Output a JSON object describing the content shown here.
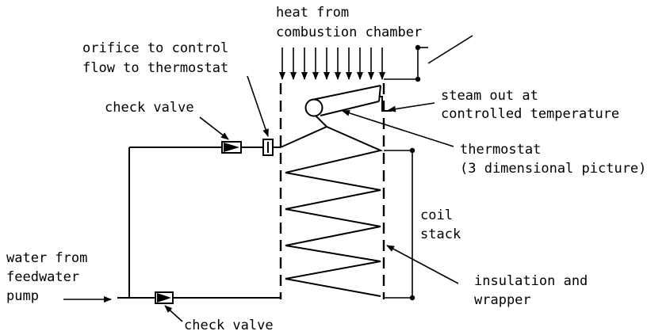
{
  "labels": {
    "heat_line1": "heat from",
    "heat_line2": "combustion chamber",
    "orifice_line1": "orifice to control",
    "orifice_line2": "flow to thermostat",
    "check_valve_top": "check valve",
    "steam_line1": "steam out at",
    "steam_line2": "controlled temperature",
    "thermostat_line1": "thermostat",
    "thermostat_line2": "(3 dimensional picture)",
    "coil_line1": "coil",
    "coil_line2": "stack",
    "water_line1": "water from",
    "water_line2": "feedwater",
    "water_line3": "pump",
    "insulation_line1": "insulation and",
    "insulation_line2": "wrapper",
    "check_valve_bottom": "check valve"
  }
}
